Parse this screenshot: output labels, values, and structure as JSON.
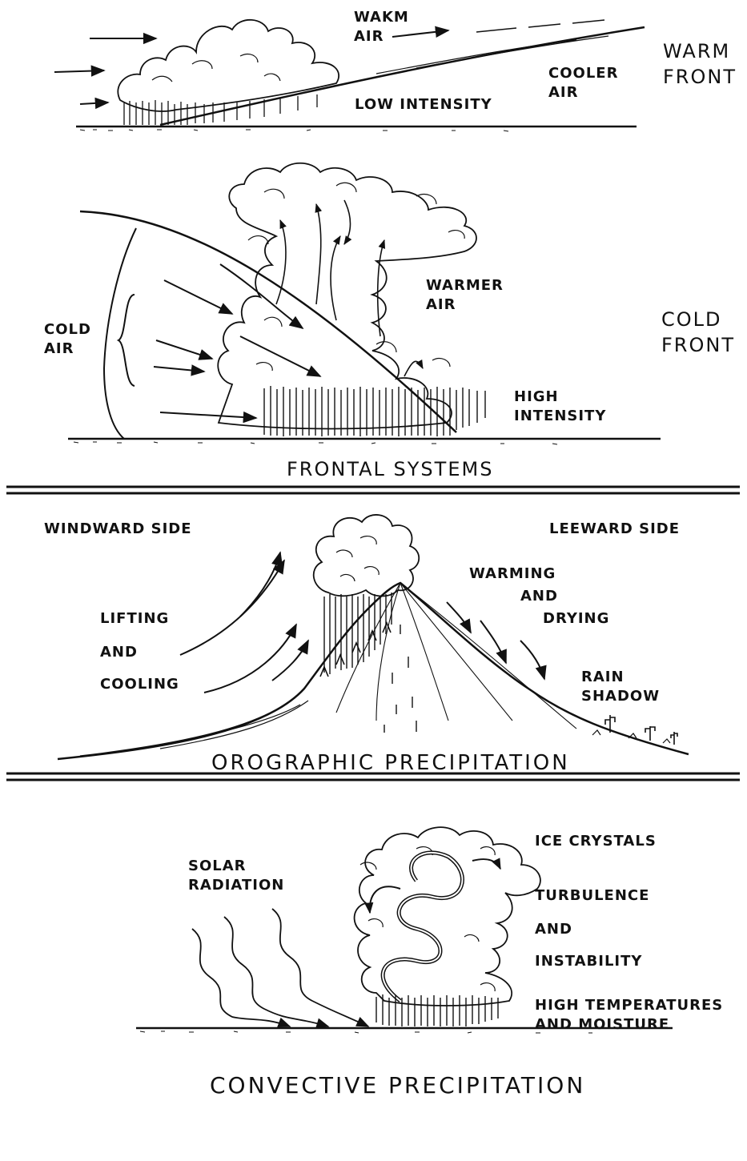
{
  "warm_front": {
    "side_title": "WARM\nFRONT",
    "warm_air": "WAKM\nAIR",
    "cooler_air": "COOLER\nAIR",
    "low_intensity": "LOW INTENSITY"
  },
  "cold_front": {
    "side_title": "COLD\nFRONT",
    "cold_air": "COLD\nAIR",
    "warmer_air": "WARMER\nAIR",
    "high_intensity": "HIGH\nINTENSITY"
  },
  "frontal_caption": "FRONTAL  SYSTEMS",
  "orographic": {
    "windward": "WINDWARD SIDE",
    "leeward": "LEEWARD SIDE",
    "lifting_1": "LIFTING",
    "lifting_2": "AND",
    "lifting_3": "COOLING",
    "warming_1": "WARMING",
    "warming_2": "AND",
    "warming_3": "DRYING",
    "rain_shadow": "RAIN\nSHADOW",
    "caption": "OROGRAPHIC PRECIPITATION"
  },
  "convective": {
    "solar": "SOLAR\nRADIATION",
    "ice": "ICE CRYSTALS",
    "turb_1": "TURBULENCE",
    "turb_2": "AND",
    "turb_3": "INSTABILITY",
    "high_temp": "HIGH TEMPERATURES\nAND MOISTURE",
    "caption": "CONVECTIVE PRECIPITATION"
  }
}
